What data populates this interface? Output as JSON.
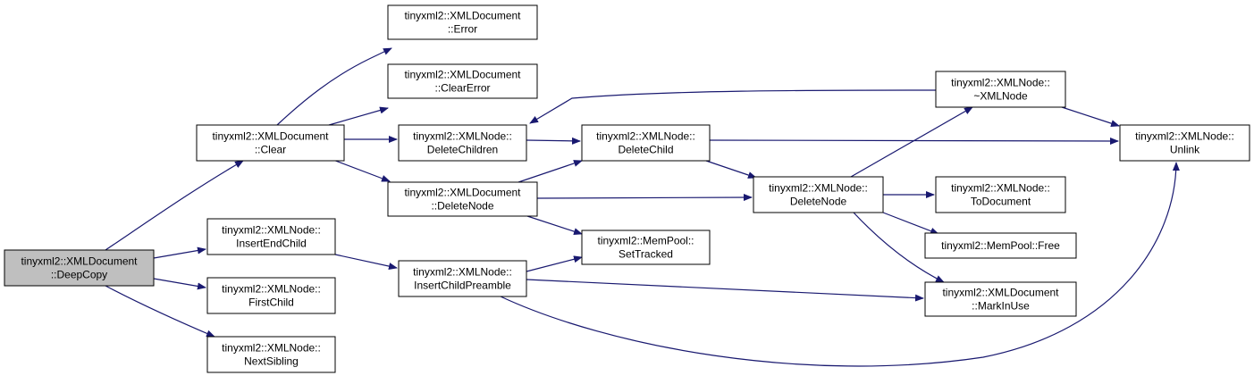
{
  "colors": {
    "edge": "#191970",
    "highlight_fill": "#bfbfbf",
    "node_fill": "#ffffff",
    "node_border": "#000000"
  },
  "nodes": [
    {
      "id": "deepcopy",
      "lines": [
        "tinyxml2::XMLDocument",
        "::DeepCopy"
      ],
      "highlight": true
    },
    {
      "id": "clear",
      "lines": [
        "tinyxml2::XMLDocument",
        "::Clear"
      ]
    },
    {
      "id": "insertendchild",
      "lines": [
        "tinyxml2::XMLNode::",
        "InsertEndChild"
      ]
    },
    {
      "id": "firstchild",
      "lines": [
        "tinyxml2::XMLNode::",
        "FirstChild"
      ]
    },
    {
      "id": "nextsibling",
      "lines": [
        "tinyxml2::XMLNode::",
        "NextSibling"
      ]
    },
    {
      "id": "error",
      "lines": [
        "tinyxml2::XMLDocument",
        "::Error"
      ]
    },
    {
      "id": "clearerror",
      "lines": [
        "tinyxml2::XMLDocument",
        "::ClearError"
      ]
    },
    {
      "id": "deletechildren",
      "lines": [
        "tinyxml2::XMLNode::",
        "DeleteChildren"
      ]
    },
    {
      "id": "docdeletenode",
      "lines": [
        "tinyxml2::XMLDocument",
        "::DeleteNode"
      ]
    },
    {
      "id": "insertchildpreamble",
      "lines": [
        "tinyxml2::XMLNode::",
        "InsertChildPreamble"
      ]
    },
    {
      "id": "deletechild",
      "lines": [
        "tinyxml2::XMLNode::",
        "DeleteChild"
      ]
    },
    {
      "id": "settracked",
      "lines": [
        "tinyxml2::MemPool::",
        "SetTracked"
      ]
    },
    {
      "id": "nodedeletenode",
      "lines": [
        "tinyxml2::XMLNode::",
        "DeleteNode"
      ]
    },
    {
      "id": "destructor",
      "lines": [
        "tinyxml2::XMLNode::",
        "~XMLNode"
      ]
    },
    {
      "id": "todocument",
      "lines": [
        "tinyxml2::XMLNode::",
        "ToDocument"
      ]
    },
    {
      "id": "free",
      "lines": [
        "tinyxml2::MemPool::Free"
      ]
    },
    {
      "id": "markinuse",
      "lines": [
        "tinyxml2::XMLDocument",
        "::MarkInUse"
      ]
    },
    {
      "id": "unlink",
      "lines": [
        "tinyxml2::XMLNode::",
        "Unlink"
      ]
    }
  ],
  "edges": [
    {
      "from": "deepcopy",
      "to": "clear"
    },
    {
      "from": "deepcopy",
      "to": "insertendchild"
    },
    {
      "from": "deepcopy",
      "to": "firstchild"
    },
    {
      "from": "deepcopy",
      "to": "nextsibling"
    },
    {
      "from": "clear",
      "to": "error"
    },
    {
      "from": "clear",
      "to": "clearerror"
    },
    {
      "from": "clear",
      "to": "deletechildren"
    },
    {
      "from": "clear",
      "to": "docdeletenode"
    },
    {
      "from": "insertendchild",
      "to": "insertchildpreamble"
    },
    {
      "from": "deletechildren",
      "to": "deletechild"
    },
    {
      "from": "docdeletenode",
      "to": "deletechild"
    },
    {
      "from": "docdeletenode",
      "to": "nodedeletenode"
    },
    {
      "from": "docdeletenode",
      "to": "settracked"
    },
    {
      "from": "insertchildpreamble",
      "to": "settracked"
    },
    {
      "from": "insertchildpreamble",
      "to": "markinuse"
    },
    {
      "from": "insertchildpreamble",
      "to": "unlink"
    },
    {
      "from": "deletechild",
      "to": "nodedeletenode"
    },
    {
      "from": "deletechild",
      "to": "unlink"
    },
    {
      "from": "nodedeletenode",
      "to": "destructor"
    },
    {
      "from": "nodedeletenode",
      "to": "todocument"
    },
    {
      "from": "nodedeletenode",
      "to": "free"
    },
    {
      "from": "nodedeletenode",
      "to": "markinuse"
    },
    {
      "from": "destructor",
      "to": "deletechildren"
    },
    {
      "from": "destructor",
      "to": "unlink"
    }
  ]
}
